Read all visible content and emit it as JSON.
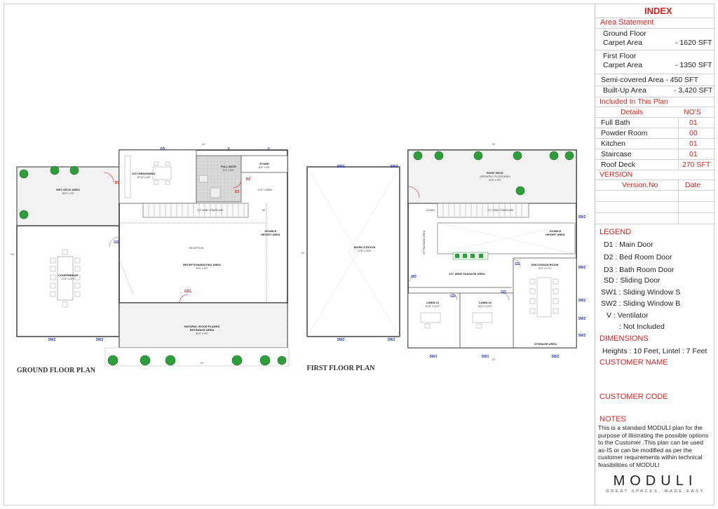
{
  "plans": {
    "ground": {
      "title": "GROUND FLOOR PLAN",
      "rooms": {
        "wfc_deck": "WFC DECK AREA",
        "wfc_deck_dim": "18'0\" x 9'5\"",
        "conference": "CONFERENCE",
        "conference_dim": "17'6\" x 19'4\"",
        "kitchen": "KITCHEN/DINING",
        "kitchen_dim": "10'10\" x 8'8\"",
        "full_bath": "FULL BATH",
        "full_bath_dim": "8'4\" x 8'6\"",
        "store": "STORE",
        "store_dim": "8'6\" x 4'6\"",
        "lobby": "5'10\" LOBBY",
        "staircase": "3'3\" WIDE STAIRCASE",
        "double_height": "DOUBLE",
        "double_height_2": "HEIGHT AREA",
        "reception": "RECEPTION",
        "reception_area": "RECEPTION/WAITING AREA",
        "reception_dim": "19'6\" x 8'0\"",
        "natural_wood": "NATURAL WOOD PLANKS",
        "entrance": "ENTRANCE AREA",
        "entrance_dim": "30'0\" x 9'0\"",
        "up": "UP"
      },
      "tags": {
        "fd": "FD",
        "v1": "V",
        "v2": "V",
        "d1": "D1",
        "d2": "D2",
        "d3": "D3",
        "gd": "GD",
        "gd1": "GD1",
        "sw2a": "SW2",
        "sw2b": "SW2",
        "dim_top": "30'",
        "dim_bottom": "30'",
        "dim_side": "50'"
      }
    },
    "first": {
      "title": "FIRST FLOOR PLAN",
      "rooms": {
        "work_station": "WORK STATION",
        "work_station_dim": "17'8\" x 29'3\"",
        "roof_deck": "ROOF DECK",
        "roof_deck_sub": "VERSATILE FLOOR AREA",
        "roof_deck_dim": "30'0\" x 9'0\"",
        "passage_v": "4'9\" PASSAGE AREA",
        "passage_h": "4'6\" WIDE PASSAGE AREA",
        "staircase": "3'3\" WIDE STAIRCASE",
        "down": "DOWN",
        "double_height": "DOUBLE",
        "double_height_2": "HEIGHT AREA",
        "discussion": "DISCUSSION ROOM",
        "discussion_dim": "10'0\" x 17'0\"",
        "cabin1": "CABIN-01",
        "cabin1_dim": "8'10\" x 10'9\"",
        "cabin2": "CABIN-02",
        "cabin2_dim": "8'10\" x 10'9\"",
        "storage": "STORAGE AREA"
      },
      "tags": {
        "sw2_tl": "SW2",
        "sw2_tr": "SW2",
        "sw2_bl": "SW2",
        "sw2_br": "SW2",
        "sw2_r1": "SW2",
        "sw2_r2": "SW2",
        "sw2_r3": "SW2",
        "sw2_r4": "SW2",
        "sw2_r5": "SW2",
        "sw2_bottom": "SW2",
        "sw1_a": "SW1",
        "sw1_b": "SW1",
        "gd1": "GD",
        "gd2": "GD",
        "gd3": "GD",
        "gd4": "GD",
        "dim_top": "30'",
        "dim_bottom": "30'",
        "dim_side": "30'"
      }
    }
  },
  "index": {
    "title": "INDEX",
    "area_statement_heading": "Area Statement",
    "ground_floor": "Ground Floor",
    "gf_carpet_label": "Carpet  Area",
    "gf_carpet_value": "- 1620 SFT",
    "first_floor": "First Floor",
    "ff_carpet_label": "Carpet  Area",
    "ff_carpet_value": "- 1350 SFT",
    "semi_covered": "Semi-covered Area -  450  SFT",
    "built_up_label": "Built-Up  Area",
    "built_up_value": "- 3,420 SFT",
    "included_heading": "Included In This Plan",
    "details_col": "Details",
    "nos_col": "NO'S",
    "items": [
      {
        "label": "Full Bath",
        "value": "01"
      },
      {
        "label": "Powder Room",
        "value": "00"
      },
      {
        "label": "Kitchen",
        "value": "01"
      },
      {
        "label": "Staircase",
        "value": "01"
      },
      {
        "label": "Roof Deck",
        "value": "270 SFT"
      }
    ],
    "version_heading": "VERSION",
    "version_no_col": "Version.No",
    "date_col": "Date",
    "legend_heading": "LEGEND",
    "legend": [
      "D1 : Main Door",
      "D2 : Bed Room Door",
      "D3 : Bath Room Door",
      "SD : Sliding Door",
      "SW1 : Sliding Window S",
      "SW2 : Sliding Window B",
      "V    : Ventilator",
      ": Not Included"
    ],
    "dimensions_heading": "DIMENSIONS",
    "dimensions_text": "Heights : 10 Feet, Lintel : 7 Feet",
    "customer_name_heading": "CUSTOMER NAME",
    "customer_code_heading": "CUSTOMER CODE",
    "notes_heading": "NOTES",
    "notes_text": "This is a standard MODULI plan for the purpose of illistrating the possible options to the Customer .This plan can be used as-IS or can be modified as per the customer requirements within technical feasibilities of MODULI",
    "brand_name": "MODULI",
    "brand_tagline": "GREAT SPACES, MADE EASY"
  },
  "colors": {
    "accent_red": "#d8231f",
    "window_blue": "#2a3ab0",
    "wall": "#333333",
    "tree_green": "#2e9e3a"
  }
}
